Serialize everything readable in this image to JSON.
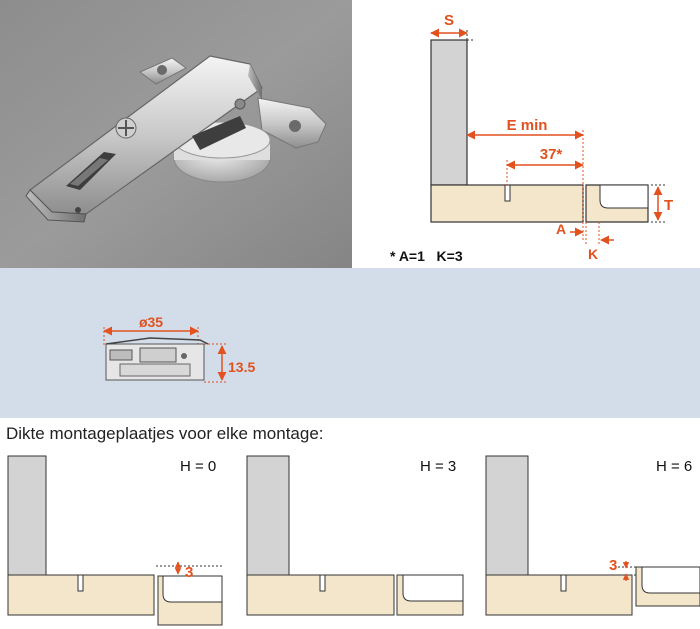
{
  "colors": {
    "accent": "#e2511e",
    "door_panel": "#d3d3d3",
    "cabinet_board": "#f3e6cb",
    "background_band": "#d3dce9"
  },
  "top_diagram": {
    "label_s": "S",
    "label_emin": "E min",
    "label_37": "37*",
    "label_t": "T",
    "label_a": "A",
    "label_k": "K",
    "footnote": "* A=1   K=3"
  },
  "cup_diagram": {
    "diameter": "ø35",
    "depth": "13.5"
  },
  "mounting": {
    "title": "Dikte montageplaatjes voor elke montage:",
    "panels": [
      {
        "label": "H = 0",
        "dimension": "3"
      },
      {
        "label": "H = 3"
      },
      {
        "label": "H = 6",
        "dimension": "3"
      }
    ]
  }
}
